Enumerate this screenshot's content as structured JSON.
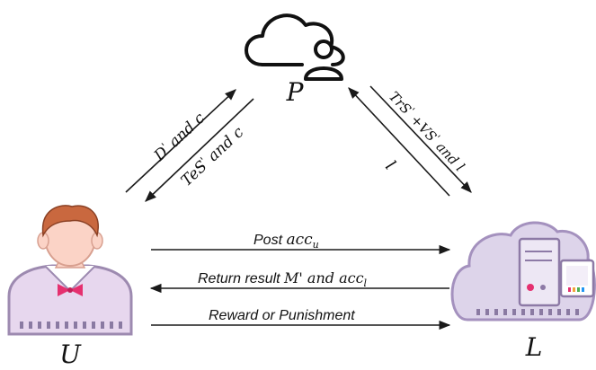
{
  "nodes": {
    "cloud": {
      "label": "P",
      "icon": "cloud-user-icon"
    },
    "user": {
      "label": "U",
      "icon": "user-avatar-icon"
    },
    "server": {
      "label": "L",
      "icon": "cloud-server-icon"
    }
  },
  "edges": {
    "u_to_p": {
      "main": "D",
      "prime": "'",
      "rest": " and c"
    },
    "p_to_u": {
      "main": "TeS",
      "prime": "'",
      "rest": " and c"
    },
    "l_to_p": {
      "main": "TrS",
      "prime1": "'",
      "mid": " +VS",
      "prime2": "'",
      "rest": " and l"
    },
    "p_to_l": {
      "text": "l"
    },
    "post": {
      "text": "Post  ",
      "var": "acc",
      "sub": "u"
    },
    "return": {
      "text": "Return result  ",
      "var": "M' and acc",
      "sub": "l"
    },
    "reward": {
      "text": "Reward or Punishment"
    }
  },
  "colors": {
    "arrow": "#1a1a1a",
    "skin": "#fbd3c6",
    "shirt": "#e7d7ee",
    "body_outline": "#9d8ab0",
    "hair": "#c9683f",
    "bowtie": "#e5306f",
    "cloud_fill": "#ddd4ea",
    "cloud_outline": "#a491be",
    "server_fill": "#ede7f4"
  }
}
